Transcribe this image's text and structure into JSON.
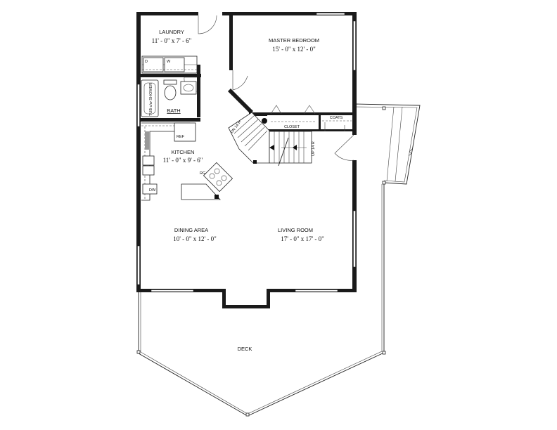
{
  "rooms": {
    "laundry": {
      "name": "LAUNDRY",
      "dims": "11' - 0\" x 7' - 6\""
    },
    "master": {
      "name": "MASTER BEDROOM",
      "dims": "15' - 0\" x 12' - 0\""
    },
    "bath": {
      "name": "BATH"
    },
    "kitchen": {
      "name": "KITCHEN",
      "dims": "11' - 0\" x 9' - 6\""
    },
    "closet": {
      "name": "CLOSET"
    },
    "coats": {
      "name": "COATS"
    },
    "dining": {
      "name": "DINING AREA",
      "dims": "10' - 0\" x 12' - 0\""
    },
    "living": {
      "name": "LIVING ROOM",
      "dims": "17' - 0\" x 17' - 0\""
    },
    "deck": {
      "name": "DECK"
    }
  },
  "fixtures": {
    "dryer": "D",
    "washer": "W",
    "tub": "TUB c/w SHOWER",
    "ref": "REF",
    "range": "RG",
    "dw": "DW",
    "stair_down": "DN 14 R",
    "stair_up": "UP 14 R"
  }
}
